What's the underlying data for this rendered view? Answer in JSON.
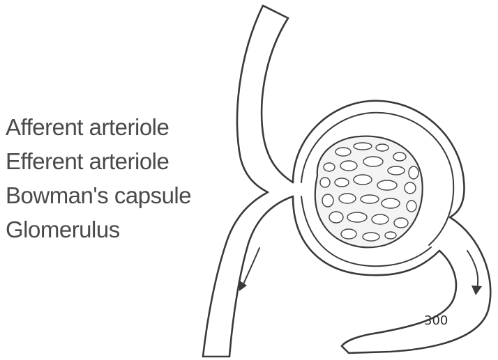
{
  "labels": [
    "Afferent arteriole",
    "Efferent arteriole",
    "Bowman's capsule",
    "Glomerulus"
  ],
  "figure_number": "300"
}
